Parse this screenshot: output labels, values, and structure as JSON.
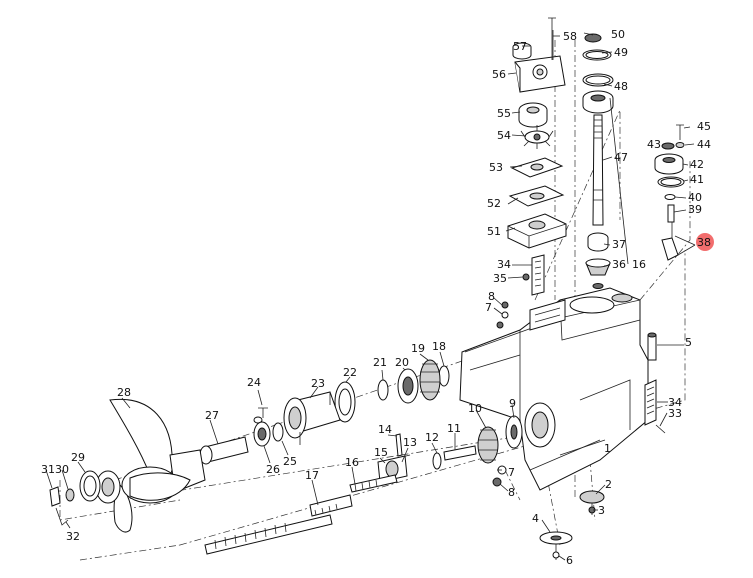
{
  "labels": [
    {
      "id": "label-1",
      "text": "1"
    },
    {
      "id": "label-2",
      "text": "2"
    },
    {
      "id": "label-3",
      "text": "3"
    },
    {
      "id": "label-4",
      "text": "4"
    },
    {
      "id": "label-5",
      "text": "5"
    },
    {
      "id": "label-6",
      "text": "6"
    },
    {
      "id": "label-7a",
      "text": "7"
    },
    {
      "id": "label-7b",
      "text": "7"
    },
    {
      "id": "label-8a",
      "text": "8"
    },
    {
      "id": "label-8b",
      "text": "8"
    },
    {
      "id": "label-9",
      "text": "9"
    },
    {
      "id": "label-10",
      "text": "10"
    },
    {
      "id": "label-11",
      "text": "11"
    },
    {
      "id": "label-12",
      "text": "12"
    },
    {
      "id": "label-13",
      "text": "13"
    },
    {
      "id": "label-14",
      "text": "14"
    },
    {
      "id": "label-15",
      "text": "15"
    },
    {
      "id": "label-16a",
      "text": "16"
    },
    {
      "id": "label-16b",
      "text": "16"
    },
    {
      "id": "label-17",
      "text": "17"
    },
    {
      "id": "label-18",
      "text": "18"
    },
    {
      "id": "label-19",
      "text": "19"
    },
    {
      "id": "label-20",
      "text": "20"
    },
    {
      "id": "label-21",
      "text": "21"
    },
    {
      "id": "label-22",
      "text": "22"
    },
    {
      "id": "label-23",
      "text": "23"
    },
    {
      "id": "label-24",
      "text": "24"
    },
    {
      "id": "label-25",
      "text": "25"
    },
    {
      "id": "label-26",
      "text": "26"
    },
    {
      "id": "label-27",
      "text": "27"
    },
    {
      "id": "label-28",
      "text": "28"
    },
    {
      "id": "label-29",
      "text": "29"
    },
    {
      "id": "label-30",
      "text": "30"
    },
    {
      "id": "label-31",
      "text": "31"
    },
    {
      "id": "label-32",
      "text": "32"
    },
    {
      "id": "label-33",
      "text": "33"
    },
    {
      "id": "label-34a",
      "text": "34"
    },
    {
      "id": "label-34b",
      "text": "34"
    },
    {
      "id": "label-35",
      "text": "35"
    },
    {
      "id": "label-36",
      "text": "36"
    },
    {
      "id": "label-37",
      "text": "37"
    },
    {
      "id": "label-38",
      "text": "38"
    },
    {
      "id": "label-39",
      "text": "39"
    },
    {
      "id": "label-40",
      "text": "40"
    },
    {
      "id": "label-41",
      "text": "41"
    },
    {
      "id": "label-42",
      "text": "42"
    },
    {
      "id": "label-43",
      "text": "43"
    },
    {
      "id": "label-44",
      "text": "44"
    },
    {
      "id": "label-45",
      "text": "45"
    },
    {
      "id": "label-47",
      "text": "47"
    },
    {
      "id": "label-48",
      "text": "48"
    },
    {
      "id": "label-49",
      "text": "49"
    },
    {
      "id": "label-50",
      "text": "50"
    },
    {
      "id": "label-51",
      "text": "51"
    },
    {
      "id": "label-52",
      "text": "52"
    },
    {
      "id": "label-53",
      "text": "53"
    },
    {
      "id": "label-54",
      "text": "54"
    },
    {
      "id": "label-55",
      "text": "55"
    },
    {
      "id": "label-56",
      "text": "56"
    },
    {
      "id": "label-57",
      "text": "57"
    },
    {
      "id": "label-58",
      "text": "58"
    }
  ],
  "highlight": {
    "label_id": "label-38",
    "color": "#f26d6d"
  },
  "colors": {
    "line": "#222222",
    "background": "#ffffff"
  }
}
